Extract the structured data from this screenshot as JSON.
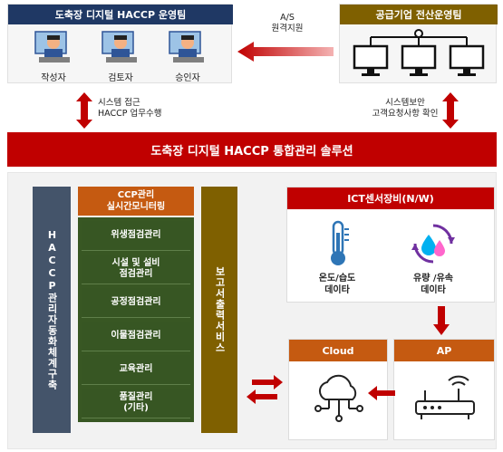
{
  "top_left": {
    "title": "도축장 디지털 HACCP 운영팀",
    "people": [
      "작성자",
      "검토자",
      "승인자"
    ]
  },
  "top_right": {
    "title": "공급기업 전산운영팀"
  },
  "remote": {
    "line1": "A/S",
    "line2": "원격지원"
  },
  "left_note": {
    "line1": "시스템 접근",
    "line2": "HACCP 업무수행"
  },
  "right_note": {
    "line1": "시스템보안",
    "line2": "고객요청사항 확인"
  },
  "banner": "도축장 디지털 HACCP  통합관리 솔루션",
  "vertical_left": "HACCP관리자동화체계구축",
  "ccp": {
    "line1": "CCP관리",
    "line2": "실시간모니터링"
  },
  "stack_items": [
    {
      "line1": "위생점검관리",
      "line2": ""
    },
    {
      "line1": "시설 및 설비",
      "line2": "점검관리"
    },
    {
      "line1": "공정점검관리",
      "line2": ""
    },
    {
      "line1": "이물점검관리",
      "line2": ""
    },
    {
      "line1": "교육관리",
      "line2": ""
    },
    {
      "line1": "품질관리",
      "line2": "(기타)"
    }
  ],
  "vertical_report": "보고서출력서비스",
  "ict": {
    "title": "ICT센서장비(N/W)",
    "sensor1": {
      "line1": "온도/습도",
      "line2": "데이타"
    },
    "sensor2": {
      "line1": "유량 /유속",
      "line2": "데이타"
    }
  },
  "cloud_label": "Cloud",
  "ap_label": "AP",
  "colors": {
    "navy": "#1f3864",
    "red": "#c00000",
    "olive": "#7f6000",
    "orange": "#c55a11",
    "green": "#375623"
  }
}
